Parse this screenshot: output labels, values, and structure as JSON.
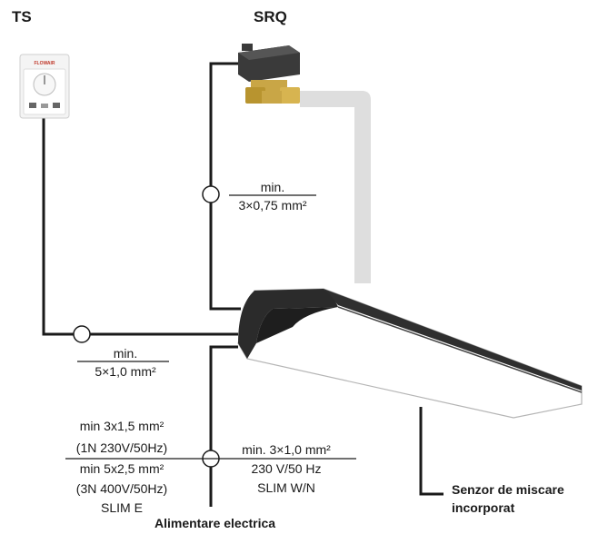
{
  "labels": {
    "ts": "TS",
    "srq": "SRQ",
    "brand": "FLOWAIR",
    "cable_srq_top": "min.",
    "cable_srq_bottom": "3×0,75 mm²",
    "cable_ts_top": "min.",
    "cable_ts_bottom": "5×1,0 mm²",
    "power_left_1": "min 3x1,5 mm²",
    "power_left_2": "(1N 230V/50Hz)",
    "power_left_3": "min 5x2,5 mm²",
    "power_left_4": "(3N 400V/50Hz)",
    "power_left_5": "SLIM E",
    "power_right_1": "min. 3×1,0 mm²",
    "power_right_2": "230 V/50 Hz",
    "power_right_3": "SLIM W/N",
    "power_supply": "Alimentare electrica",
    "sensor_1": "Senzor de miscare",
    "sensor_2": "incorporat"
  },
  "colors": {
    "wire": "#1a1a1a",
    "pipe": "#dedede",
    "body": "#ffffff",
    "endcap": "#2b2b2b",
    "valve_body": "#3a3a3a",
    "valve_brass": "#c9a646"
  }
}
